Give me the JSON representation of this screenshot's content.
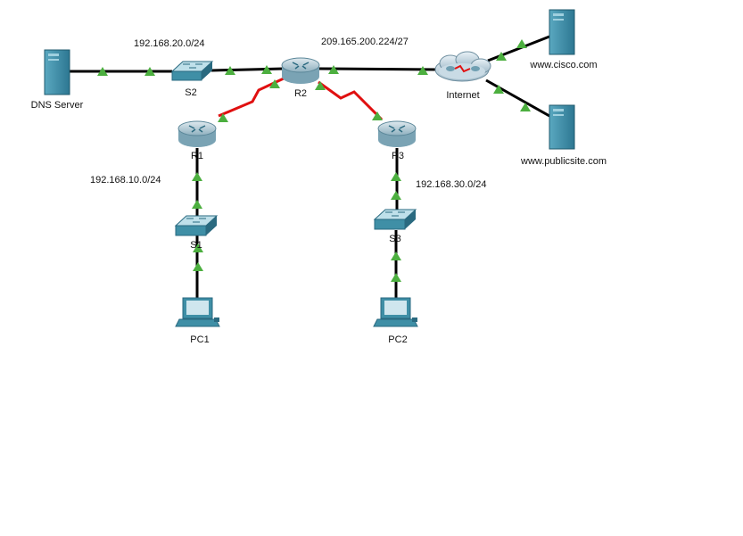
{
  "devices": {
    "dns_server": {
      "label": "DNS Server",
      "kind": "server"
    },
    "s2": {
      "label": "S2",
      "kind": "switch"
    },
    "r2": {
      "label": "R2",
      "kind": "router"
    },
    "internet": {
      "label": "Internet",
      "kind": "cloud"
    },
    "cisco": {
      "label": "www.cisco.com",
      "kind": "server"
    },
    "publicsite": {
      "label": "www.publicsite.com",
      "kind": "server"
    },
    "r1": {
      "label": "R1",
      "kind": "router"
    },
    "r3": {
      "label": "R3",
      "kind": "router"
    },
    "s1": {
      "label": "S1",
      "kind": "switch"
    },
    "s3": {
      "label": "S3",
      "kind": "switch"
    },
    "pc1": {
      "label": "PC1",
      "kind": "pc"
    },
    "pc2": {
      "label": "PC2",
      "kind": "pc"
    }
  },
  "networks": {
    "net_20": "192.168.20.0/24",
    "net_209": "209.165.200.224/27",
    "net_10": "192.168.10.0/24",
    "net_30": "192.168.30.0/24"
  },
  "links": [
    {
      "from": "dns_server",
      "to": "s2",
      "type": "ethernet"
    },
    {
      "from": "s2",
      "to": "r2",
      "type": "ethernet"
    },
    {
      "from": "r2",
      "to": "internet",
      "type": "ethernet"
    },
    {
      "from": "internet",
      "to": "cisco",
      "type": "ethernet"
    },
    {
      "from": "internet",
      "to": "publicsite",
      "type": "ethernet"
    },
    {
      "from": "r2",
      "to": "r1",
      "type": "serial"
    },
    {
      "from": "r2",
      "to": "r3",
      "type": "serial"
    },
    {
      "from": "r1",
      "to": "s1",
      "type": "ethernet"
    },
    {
      "from": "s1",
      "to": "pc1",
      "type": "ethernet"
    },
    {
      "from": "r3",
      "to": "s3",
      "type": "ethernet"
    },
    {
      "from": "s3",
      "to": "pc2",
      "type": "ethernet"
    }
  ],
  "colors": {
    "ethernet": "#000000",
    "serial": "#e01010",
    "link_up": "#4caf3f",
    "device_teal": "#3f8fa6",
    "device_dark": "#2a6a80"
  }
}
